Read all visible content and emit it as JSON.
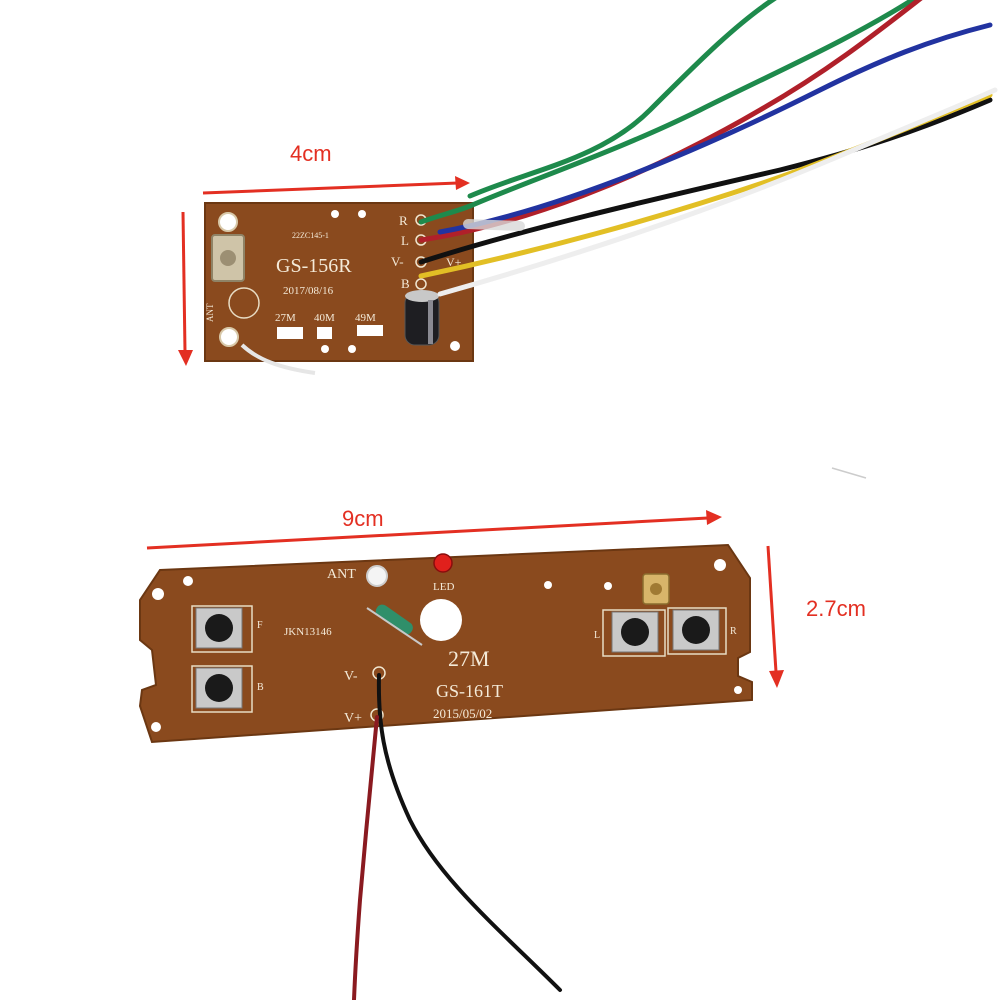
{
  "dimensions": {
    "receiver_width": "4cm",
    "transmitter_width": "9cm",
    "transmitter_height": "2.7cm"
  },
  "receiver_board": {
    "model": "GS-156R",
    "date": "2017/08/16",
    "code": "22ZC145-1",
    "antenna_label": "ANT",
    "pad_labels": [
      "R",
      "L",
      "V-",
      "V+",
      "B"
    ],
    "frequencies": [
      "27M",
      "40M",
      "49M"
    ],
    "wire_colors": [
      "#1e8a4c",
      "#b0202a",
      "#2233a0",
      "#111111",
      "#e2bf25",
      "#eeeeee"
    ]
  },
  "transmitter_board": {
    "model": "GS-161T",
    "frequency": "27M",
    "date": "2015/05/02",
    "code": "JKN13146",
    "antenna_label": "ANT",
    "led_label": "LED",
    "button_labels": [
      "F",
      "B",
      "L",
      "R"
    ],
    "power_labels": [
      "V-",
      "V+"
    ],
    "wire_colors": [
      "#111111",
      "#8a1a20"
    ]
  },
  "colors": {
    "pcb": "#8a4a1e",
    "pcb_text": "#f4ead8",
    "dimension_arrow": "#e32f22"
  }
}
